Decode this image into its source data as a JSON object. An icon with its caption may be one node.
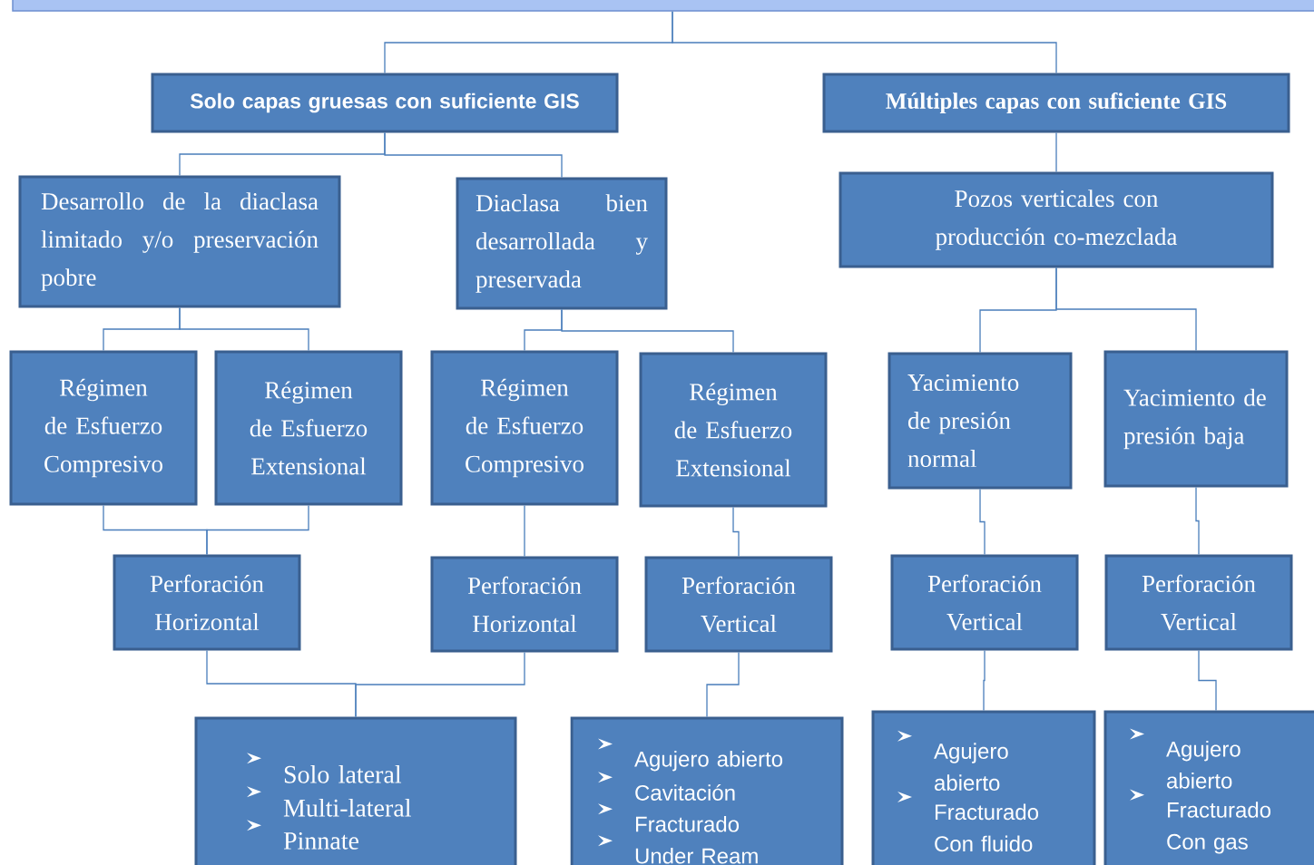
{
  "diagram": {
    "nodes": [
      {
        "text": [],
        "shape": "box"
      },
      {
        "text": [
          "Solo capas gruesas con suficiente GIS"
        ]
      },
      {
        "text": [
          "Múltiples capas con suficiente GIS"
        ]
      },
      {
        "text": [
          "Desarrollo de la diaclasa limitado y/o preservación pobre"
        ]
      },
      {
        "text": [
          "Diaclasa bien desarrollada y preservada"
        ]
      },
      {
        "text": [
          "Pozos verticales con producción co-mezclada"
        ]
      },
      {
        "text": [
          "Régimen de Esfuerzo Compresivo"
        ]
      },
      {
        "text": [
          "Régimen de Esfuerzo Extensional"
        ]
      },
      {
        "text": [
          "Régimen de Esfuerzo Compresivo"
        ]
      },
      {
        "text": [
          "Régimen de Esfuerzo Extensional"
        ]
      },
      {
        "text": [
          "Yacimiento de presión normal"
        ]
      },
      {
        "text": [
          "Yacimiento de presión baja"
        ]
      },
      {
        "text": [
          "Perforación Horizontal"
        ]
      },
      {
        "text": [
          "Perforación Horizontal"
        ]
      },
      {
        "text": [
          "Perforación Vertical"
        ]
      },
      {
        "text": [
          "Perforación Vertical"
        ]
      },
      {
        "text": [
          "Perforación Vertical"
        ]
      },
      {
        "text": [
          "Solo lateral",
          "Multi-lateral",
          "Pinnate"
        ]
      },
      {
        "text": [
          "Agujero abierto",
          "Cavitación",
          "Fracturado",
          "Under Ream"
        ]
      },
      {
        "text": [
          "Agujero abierto",
          "Fracturado Con fluido"
        ]
      },
      {
        "text": [
          "Agujero abierto",
          "Fracturado Con gas"
        ]
      }
    ],
    "edges": [
      {
        "from": 0,
        "to": 1,
        "arrow": "none"
      },
      {
        "from": 0,
        "to": 2,
        "arrow": "none"
      },
      {
        "from": 1,
        "to": 3,
        "arrow": "none"
      },
      {
        "from": 1,
        "to": 4,
        "arrow": "none"
      },
      {
        "from": 2,
        "to": 5,
        "arrow": "none"
      },
      {
        "from": 3,
        "to": 6,
        "arrow": "none"
      },
      {
        "from": 3,
        "to": 7,
        "arrow": "none"
      },
      {
        "from": 4,
        "to": 8,
        "arrow": "none"
      },
      {
        "from": 4,
        "to": 9,
        "arrow": "none"
      },
      {
        "from": 5,
        "to": 10,
        "arrow": "none"
      },
      {
        "from": 5,
        "to": 11,
        "arrow": "none"
      },
      {
        "from": 6,
        "to": 12,
        "arrow": "none"
      },
      {
        "from": 7,
        "to": 12,
        "arrow": "none"
      },
      {
        "from": 8,
        "to": 13,
        "arrow": "none"
      },
      {
        "from": 9,
        "to": 14,
        "arrow": "none"
      },
      {
        "from": 10,
        "to": 15,
        "arrow": "none"
      },
      {
        "from": 11,
        "to": 16,
        "arrow": "none"
      },
      {
        "from": 12,
        "to": 17,
        "arrow": "none"
      },
      {
        "from": 13,
        "to": 17,
        "arrow": "none"
      },
      {
        "from": 14,
        "to": 18,
        "arrow": "none"
      },
      {
        "from": 15,
        "to": 19,
        "arrow": "none"
      },
      {
        "from": 16,
        "to": 20,
        "arrow": "none"
      }
    ]
  }
}
